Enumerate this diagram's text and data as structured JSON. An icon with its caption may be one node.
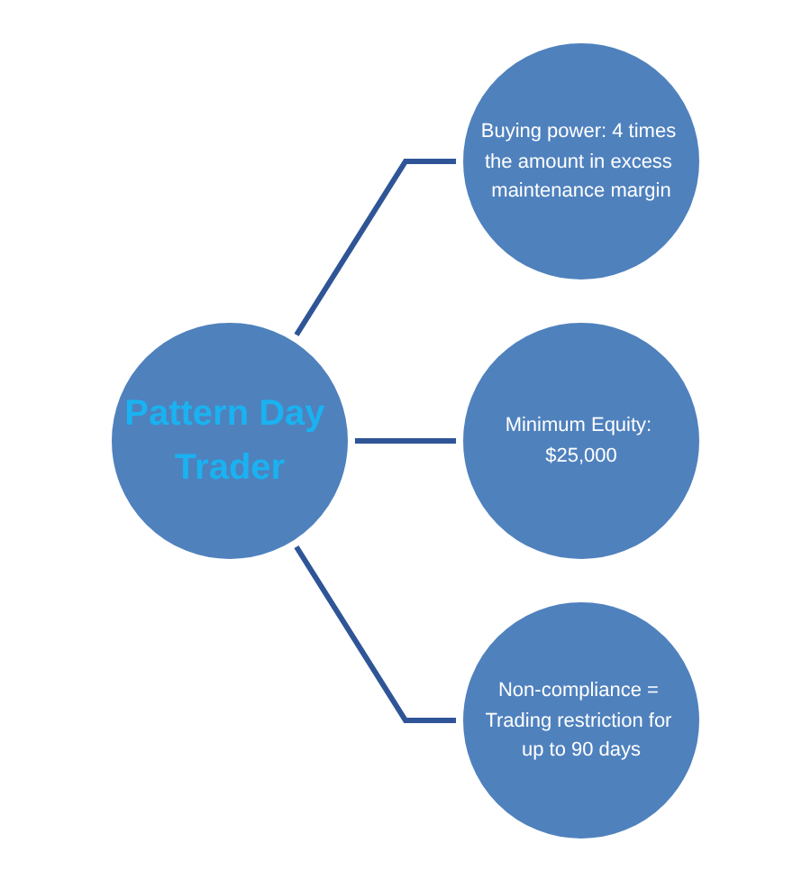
{
  "diagram": {
    "nodes": [
      {
        "text": [
          "Pattern Day Trader"
        ]
      },
      {
        "text": [
          "Buying power: 4 times the amount in excess maintenance margin"
        ]
      },
      {
        "text": [
          "Minimum Equity: $25,000"
        ]
      },
      {
        "text": [
          "Non-compliance = Trading restriction for up to 90 days"
        ]
      }
    ],
    "edges": [
      {
        "from": 0,
        "to": 1,
        "arrow": "none"
      },
      {
        "from": 0,
        "to": 2,
        "arrow": "none"
      },
      {
        "from": 0,
        "to": 3,
        "arrow": "none"
      }
    ]
  }
}
